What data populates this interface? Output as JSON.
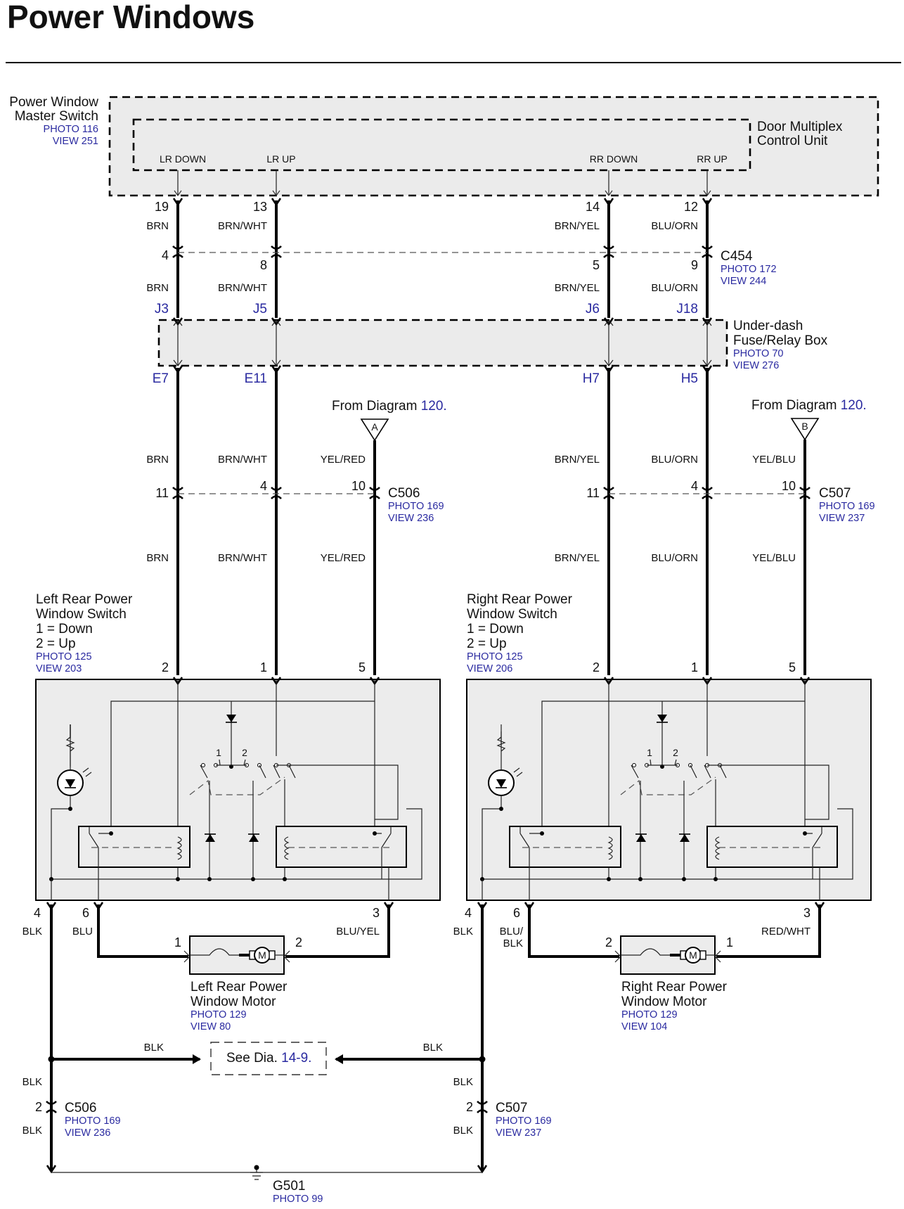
{
  "title": "Power Windows",
  "master": {
    "name_1": "Power Window",
    "name_2": "Master Switch",
    "photo": "PHOTO 116",
    "view": "VIEW 251",
    "sub_1": "Door Multiplex",
    "sub_2": "Control Unit",
    "lr_down": "LR DOWN",
    "lr_up": "LR UP",
    "rr_down": "RR DOWN",
    "rr_up": "RR UP"
  },
  "pins_top": [
    "19",
    "13",
    "14",
    "12"
  ],
  "wires_top": [
    "BRN",
    "BRN/WHT",
    "BRN/YEL",
    "BLU/ORN"
  ],
  "c454": {
    "name": "C454",
    "photo": "PHOTO 172",
    "view": "VIEW 244",
    "pins": [
      "4",
      "8",
      "5",
      "9"
    ]
  },
  "wires_mid": [
    "BRN",
    "BRN/WHT",
    "BRN/YEL",
    "BLU/ORN"
  ],
  "junction_top": [
    "J3",
    "J5",
    "J6",
    "J18"
  ],
  "fusebox": {
    "name_1": "Under-dash",
    "name_2": "Fuse/Relay Box",
    "photo": "PHOTO 70",
    "view": "VIEW 276"
  },
  "junction_bottom": [
    "E7",
    "E11",
    "H7",
    "H5"
  ],
  "from_left": {
    "text": "From Diagram",
    "num": "120.",
    "tag": "A"
  },
  "from_right": {
    "text": "From Diagram",
    "num": "120.",
    "tag": "B"
  },
  "wires_lower": [
    "BRN",
    "BRN/WHT",
    "YEL/RED",
    "BRN/YEL",
    "BLU/ORN",
    "YEL/BLU"
  ],
  "c506_top": {
    "name": "C506",
    "photo": "PHOTO 169",
    "view": "VIEW 236",
    "pins": [
      "11",
      "4",
      "10"
    ]
  },
  "c507_top": {
    "name": "C507",
    "photo": "PHOTO 169",
    "view": "VIEW 237",
    "pins": [
      "11",
      "4",
      "10"
    ]
  },
  "wires_lower2": [
    "BRN",
    "BRN/WHT",
    "YEL/RED",
    "BRN/YEL",
    "BLU/ORN",
    "YEL/BLU"
  ],
  "left_switch": {
    "l1": "Left Rear Power",
    "l2": "Window Switch",
    "l3": "1 = Down",
    "l4": "2 = Up",
    "photo": "PHOTO 125",
    "view": "VIEW 203",
    "pins_top": [
      "2",
      "1",
      "5"
    ],
    "pins_bottom": [
      "4",
      "6",
      "3"
    ],
    "pos1": "1",
    "pos2": "2"
  },
  "right_switch": {
    "l1": "Right Rear Power",
    "l2": "Window Switch",
    "l3": "1 = Down",
    "l4": "2 = Up",
    "photo": "PHOTO 125",
    "view": "VIEW 206",
    "pins_top": [
      "2",
      "1",
      "5"
    ],
    "pins_bottom": [
      "4",
      "6",
      "3"
    ],
    "pos1": "1",
    "pos2": "2"
  },
  "left_motor_wires": {
    "gnd": "BLK",
    "a": "BLU",
    "b": "BLU/YEL"
  },
  "right_motor_wires": {
    "gnd": "BLK",
    "a1": "BLU/",
    "a2": "BLK",
    "b": "RED/WHT"
  },
  "left_motor": {
    "l1": "Left Rear Power",
    "l2": "Window Motor",
    "photo": "PHOTO 129",
    "view": "VIEW 80",
    "pin_a": "1",
    "pin_b": "2",
    "m": "M"
  },
  "right_motor": {
    "l1": "Right Rear Power",
    "l2": "Window Motor",
    "photo": "PHOTO 129",
    "view": "VIEW 104",
    "pin_a": "2",
    "pin_b": "1",
    "m": "M"
  },
  "see_dia": {
    "text": "See Dia.",
    "num": "14-9."
  },
  "ground_wires": {
    "h_left": "BLK",
    "h_right": "BLK",
    "l1": "BLK",
    "l2": "BLK",
    "r1": "BLK",
    "r2": "BLK"
  },
  "c506_bot": {
    "name": "C506",
    "photo": "PHOTO 169",
    "view": "VIEW 236",
    "pin": "2"
  },
  "c507_bot": {
    "name": "C507",
    "photo": "PHOTO 169",
    "view": "VIEW 237",
    "pin": "2"
  },
  "g501": {
    "name": "G501",
    "photo": "PHOTO 99"
  }
}
